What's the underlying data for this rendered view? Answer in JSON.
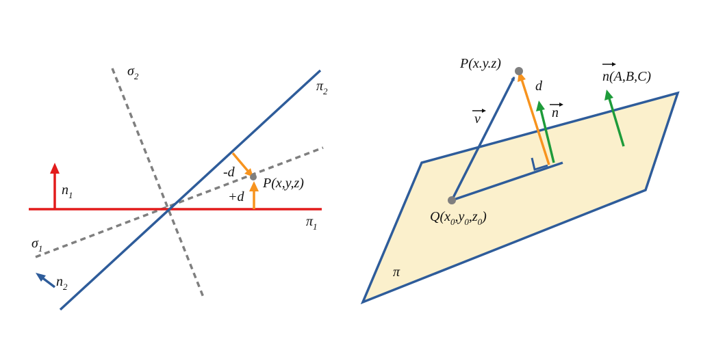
{
  "colors": {
    "blue": "#2E5C9A",
    "red": "#E21B1B",
    "orange": "#F7931E",
    "green": "#1E9B3A",
    "gray": "#7F7F7F",
    "plane_fill": "#FBF0CC"
  },
  "left_figure": {
    "sigma2": {
      "base": "σ",
      "sub": "2"
    },
    "sigma1": {
      "base": "σ",
      "sub": "1"
    },
    "pi2": {
      "base": "π",
      "sub": "2"
    },
    "pi1": {
      "base": "π",
      "sub": "1"
    },
    "n1": {
      "base": "n",
      "sub": "1"
    },
    "n2": {
      "base": "n",
      "sub": "2"
    },
    "minus_d": "-d",
    "plus_d": "+d",
    "point_p": "P(x,y,z)"
  },
  "right_figure": {
    "point_p": "P(x.y.z)",
    "d": "d",
    "v": "v",
    "n": "n",
    "normal": "n(A,B,C)",
    "point_q": {
      "open": "Q(x",
      "s0a": "0",
      "c1": ",y",
      "s0b": "0",
      "c2": ",z",
      "s0c": "0",
      "close": ")"
    },
    "plane": "π"
  }
}
